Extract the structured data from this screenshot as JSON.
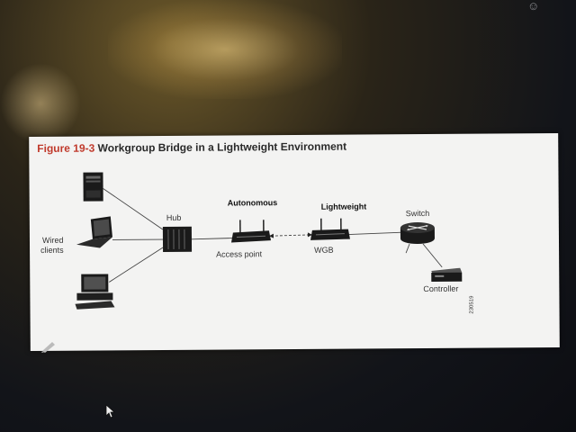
{
  "figure": {
    "title_number": "Figure 19-3",
    "title_text": "Workgroup Bridge in a Lightweight Environment"
  },
  "labels": {
    "wired_clients_line1": "Wired",
    "wired_clients_line2": "clients",
    "hub": "Hub",
    "autonomous": "Autonomous",
    "access_point": "Access point",
    "lightweight": "Lightweight",
    "wgb": "WGB",
    "switch": "Switch",
    "controller": "Controller",
    "figure_id": "230519"
  },
  "icons": [
    "server-tower-icon",
    "laptop-icon",
    "desktop-computer-icon",
    "hub-icon",
    "access-point-icon",
    "wgb-icon",
    "router-switch-icon",
    "controller-icon",
    "pen-icon",
    "mouse-cursor-icon"
  ],
  "colors": {
    "title_number": "#c0392b",
    "figure_background": "#f3f3f2",
    "device": "#1a1a1a"
  }
}
